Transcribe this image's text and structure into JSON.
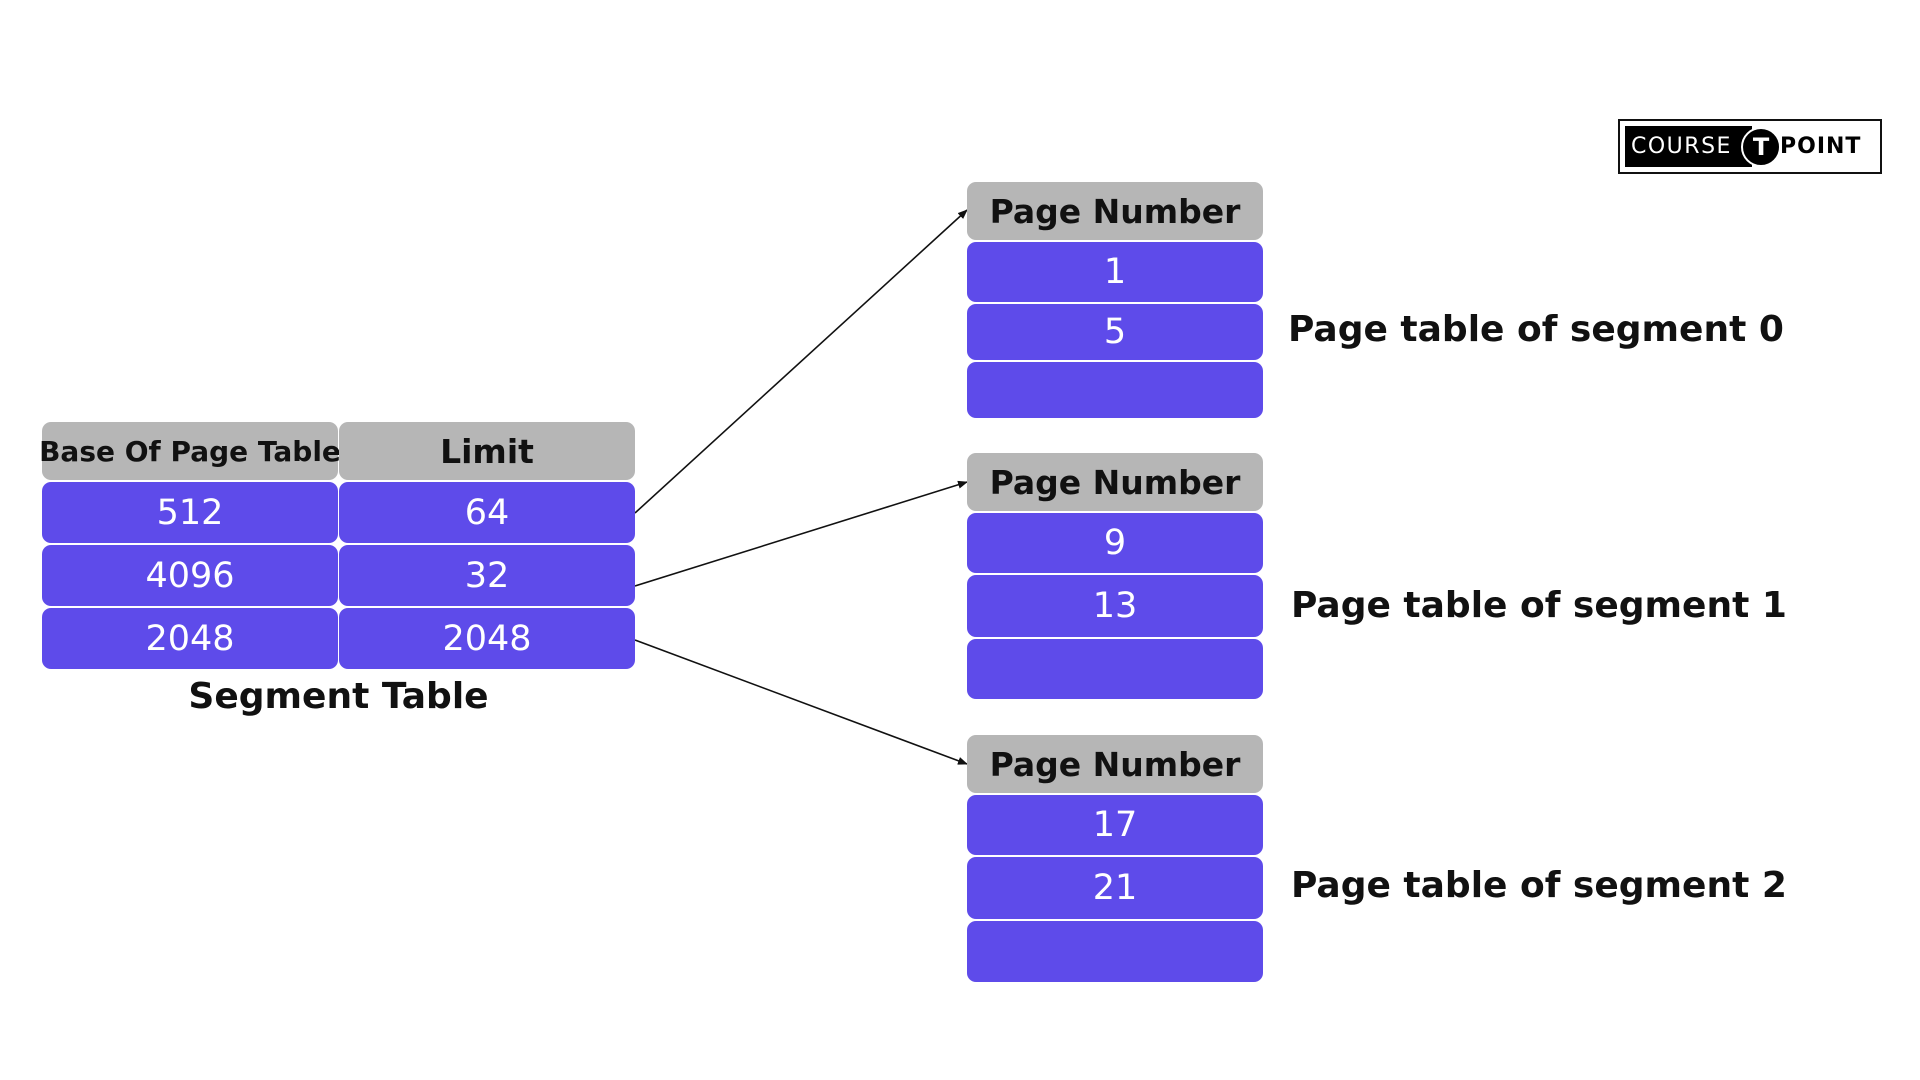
{
  "segment_table": {
    "headers": [
      "Base Of Page Table",
      "Limit"
    ],
    "rows": [
      [
        "512",
        "64"
      ],
      [
        "4096",
        "32"
      ],
      [
        "2048",
        "2048"
      ]
    ],
    "caption": "Segment Table"
  },
  "page_tables": [
    {
      "header": "Page Number",
      "values": [
        "1",
        "5",
        ""
      ],
      "label": "Page table of segment 0"
    },
    {
      "header": "Page Number",
      "values": [
        "9",
        "13",
        ""
      ],
      "label": "Page table of segment 1"
    },
    {
      "header": "Page Number",
      "values": [
        "17",
        "21",
        ""
      ],
      "label": "Page table of segment 2"
    }
  ],
  "logo": {
    "left_text": "COURSE",
    "badge": "T",
    "right_text": "POINT"
  },
  "colors": {
    "header_gray": "#b6b6b6",
    "row_purple": "#5e4bea",
    "text_dark": "#111111",
    "arrow": "#111111"
  }
}
